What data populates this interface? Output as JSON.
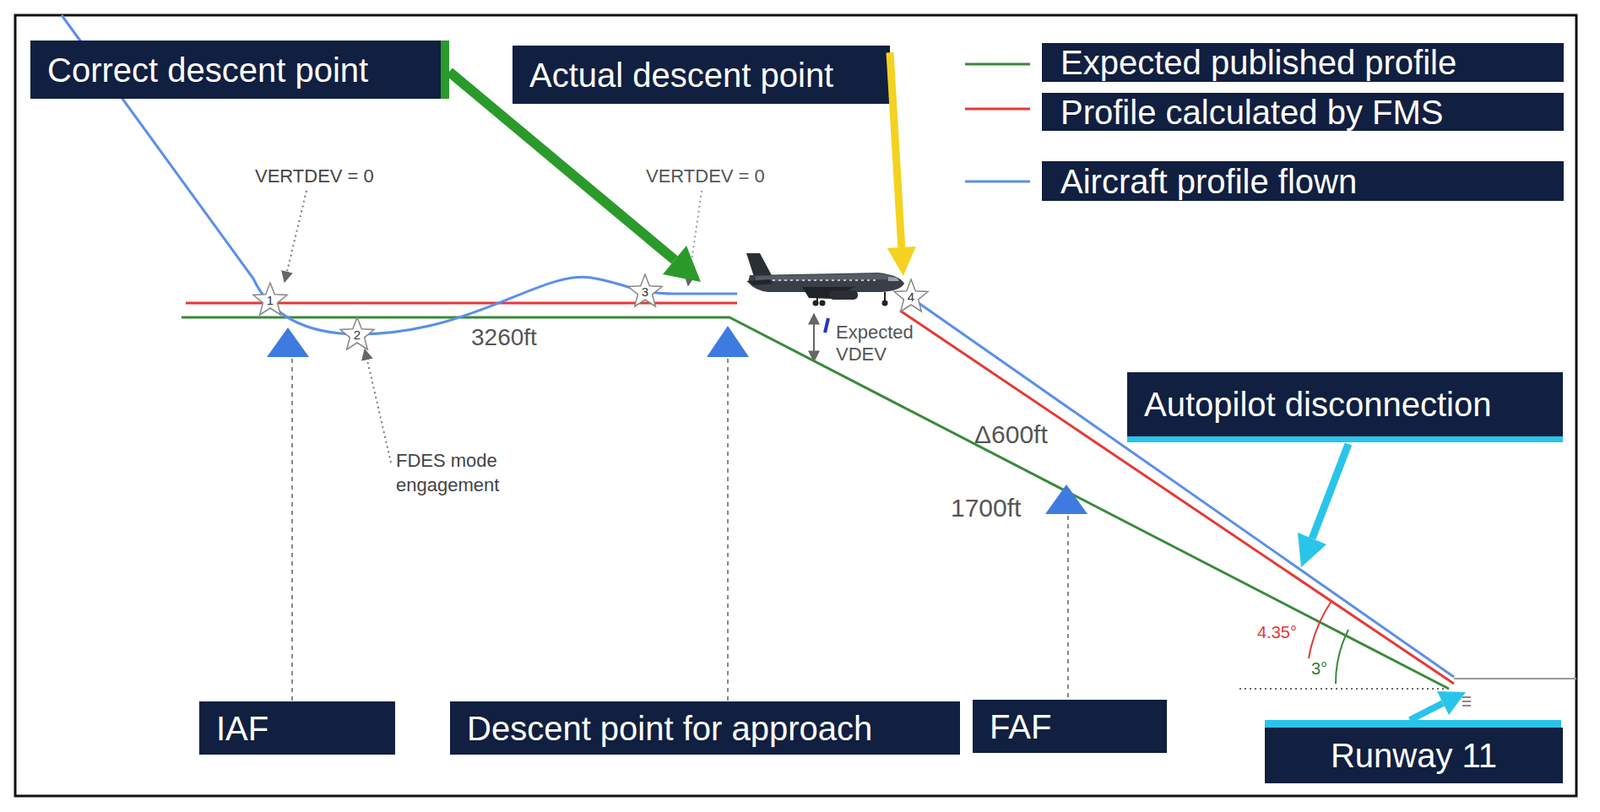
{
  "diagram": {
    "nodes": [
      {
        "text": [
          "Correct descent point"
        ]
      },
      {
        "text": [
          "Actual descent point"
        ]
      },
      {
        "text": [
          "1"
        ]
      },
      {
        "text": [
          "2"
        ]
      },
      {
        "text": [
          "3"
        ]
      },
      {
        "text": [
          "4"
        ]
      },
      {
        "text": [
          "Autopilot disconnection"
        ]
      },
      {
        "text": [
          "IAF"
        ]
      },
      {
        "text": [
          "Descent point for approach"
        ]
      },
      {
        "text": [
          "FAF"
        ]
      },
      {
        "text": [
          "Runway 11"
        ]
      }
    ],
    "edges": [
      {
        "from": 1,
        "to": 5,
        "arrow": "to"
      }
    ],
    "labels": [
      "VERTDEV = 0",
      "VERTDEV = 0",
      "3260ft",
      "FDES mode engagement",
      "Expected VDEV",
      "Δ600ft",
      "1700ft",
      "4.35°",
      "3°"
    ],
    "legend": [
      {
        "text": "Expected published profile"
      },
      {
        "text": "Profile calculated by FMS"
      },
      {
        "text": "Aircraft profile flown"
      }
    ]
  }
}
